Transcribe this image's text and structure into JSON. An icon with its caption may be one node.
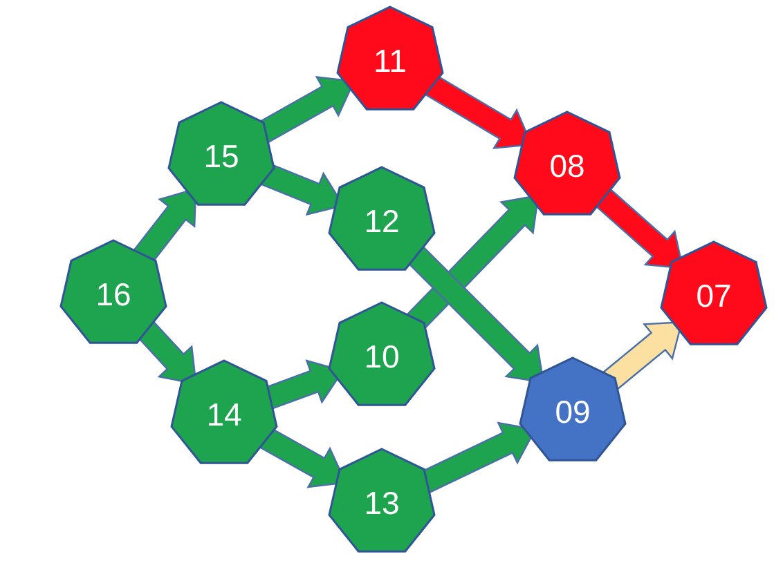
{
  "diagram": {
    "nodes": [
      {
        "text": [
          "11"
        ]
      },
      {
        "text": [
          "15"
        ]
      },
      {
        "text": [
          "08"
        ]
      },
      {
        "text": [
          "12"
        ]
      },
      {
        "text": [
          "16"
        ]
      },
      {
        "text": [
          "07"
        ]
      },
      {
        "text": [
          "10"
        ]
      },
      {
        "text": [
          "14"
        ]
      },
      {
        "text": [
          "09"
        ]
      },
      {
        "text": [
          "13"
        ]
      }
    ],
    "edges": [
      {
        "from": 1,
        "to": 0,
        "arrow": "to"
      },
      {
        "from": 0,
        "to": 2,
        "arrow": "to",
        "color": "#ff0a1a"
      },
      {
        "from": 1,
        "to": 3,
        "arrow": "to"
      },
      {
        "from": 4,
        "to": 1,
        "arrow": "to"
      },
      {
        "from": 4,
        "to": 7,
        "arrow": "to"
      },
      {
        "from": 7,
        "to": 6,
        "arrow": "to"
      },
      {
        "from": 7,
        "to": 9,
        "arrow": "to"
      },
      {
        "from": 6,
        "to": 2,
        "arrow": "to"
      },
      {
        "from": 3,
        "to": 8,
        "arrow": "to"
      },
      {
        "from": 9,
        "to": 8,
        "arrow": "to"
      },
      {
        "from": 2,
        "to": 5,
        "arrow": "to",
        "color": "#ff0a1a"
      },
      {
        "from": 8,
        "to": 5,
        "arrow": "to",
        "color": "#fbe0a1"
      }
    ]
  }
}
